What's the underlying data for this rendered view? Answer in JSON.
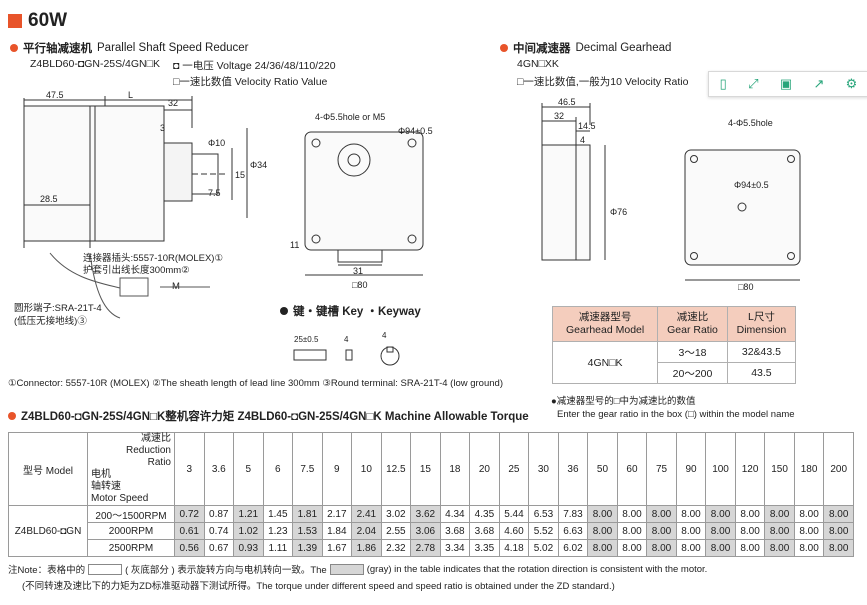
{
  "header": {
    "title": "60W"
  },
  "left_section": {
    "title_cn": "平行轴减速机",
    "title_en": "Parallel Shaft Speed Reducer",
    "model": "Z4BLD60-◘GN-25S/4GN□K",
    "voltage": "◘ 一电压 Voltage 24/36/48/110/220",
    "ratio": "□一速比数值 Velocity Ratio Value",
    "dims": {
      "d475": "47.5",
      "dL": "L",
      "d32": "32",
      "d3": "3",
      "d285": "28.5",
      "d15": "15",
      "d34": "Φ34",
      "d10": "Φ10",
      "d75": "7.5",
      "d11": "11",
      "d80": "□80",
      "d31": "31",
      "dM": "M"
    },
    "connector": "连接器插头:5557-10R(MOLEX)①",
    "sheath": "护套引出线长度300mm②",
    "terminal": "圆形端子:SRA-21T-4",
    "terminal2": "(低压无接地线)③",
    "hole": "4-Φ5.5hole or M5",
    "pcd": "Φ94±0.5",
    "key_title": "键・键槽 Key ・Keyway",
    "key1": "25±0.5",
    "key2": "4",
    "key3": "4",
    "footnote": "①Connector: 5557-10R (MOLEX)  ②The sheath length of lead line 300mm  ③Round terminal: SRA-21T-4 (low ground)"
  },
  "right_section": {
    "title_cn": "中间减速器",
    "title_en": "Decimal Gearhead",
    "model": "4GN□XK",
    "ratio": "□一速比数值,一般为10 Velocity Ratio",
    "dims": {
      "d465": "46.5",
      "d32": "32",
      "d145": "14.5",
      "d4": "4",
      "d76": "Φ76",
      "d80": "□80",
      "hole": "4-Φ5.5hole",
      "pcd": "Φ94±0.5"
    },
    "table": {
      "headers": [
        [
          "减速器型号",
          "Gearhead Model"
        ],
        [
          "减速比",
          "Gear Ratio"
        ],
        [
          "L尺寸",
          "Dimension"
        ]
      ],
      "model": "4GN□K",
      "rows": [
        [
          "3～18",
          "32&43.5"
        ],
        [
          "20～200",
          "43.5"
        ]
      ]
    },
    "note_cn": "●减速器型号的□中为减速比的数值",
    "note_en": "Enter the gear ratio in the box (□) within the model name"
  },
  "torque": {
    "title": "Z4BLD60-◘GN-25S/4GN□K整机容许力矩 Z4BLD60-◘GN-25S/4GN□K Machine Allowable Torque",
    "model_label": "型号 Model",
    "ratio_label": [
      "减速比",
      "Reduction",
      "Ratio"
    ],
    "speed_label": [
      "电机",
      "轴转速",
      "Motor Speed"
    ],
    "model": "Z4BLD60-◘GN",
    "ratios": [
      "3",
      "3.6",
      "5",
      "6",
      "7.5",
      "9",
      "10",
      "12.5",
      "15",
      "18",
      "20",
      "25",
      "30",
      "36",
      "50",
      "60",
      "75",
      "90",
      "100",
      "120",
      "150",
      "180",
      "200"
    ],
    "rows": [
      {
        "speed": "200～1500RPM",
        "values": [
          "0.72",
          "0.87",
          "1.21",
          "1.45",
          "1.81",
          "2.17",
          "2.41",
          "3.02",
          "3.62",
          "4.34",
          "4.35",
          "5.44",
          "6.53",
          "7.83",
          "8.00",
          "8.00",
          "8.00",
          "8.00",
          "8.00",
          "8.00",
          "8.00",
          "8.00",
          "8.00"
        ]
      },
      {
        "speed": "2000RPM",
        "values": [
          "0.61",
          "0.74",
          "1.02",
          "1.23",
          "1.53",
          "1.84",
          "2.04",
          "2.55",
          "3.06",
          "3.68",
          "3.68",
          "4.60",
          "5.52",
          "6.63",
          "8.00",
          "8.00",
          "8.00",
          "8.00",
          "8.00",
          "8.00",
          "8.00",
          "8.00",
          "8.00"
        ]
      },
      {
        "speed": "2500RPM",
        "values": [
          "0.56",
          "0.67",
          "0.93",
          "1.11",
          "1.39",
          "1.67",
          "1.86",
          "2.32",
          "2.78",
          "3.34",
          "3.35",
          "4.18",
          "5.02",
          "6.02",
          "8.00",
          "8.00",
          "8.00",
          "8.00",
          "8.00",
          "8.00",
          "8.00",
          "8.00",
          "8.00"
        ]
      }
    ],
    "note1_a": "注Note：表格中的",
    "note1_b": "( 灰底部分 ) 表示旋转方向与电机转向一致。The",
    "note1_c": "(gray) in the table indicates that the rotation direction is consistent with the motor.",
    "note2": "(不同转速及速比下的力矩为ZD标准驱动器下测试所得。The torque under different speed and speed ratio is obtained under the ZD standard.)"
  },
  "toolbar": {
    "icons": [
      "tablet-icon",
      "expand-icon",
      "save-icon",
      "share-icon",
      "settings-icon"
    ]
  }
}
